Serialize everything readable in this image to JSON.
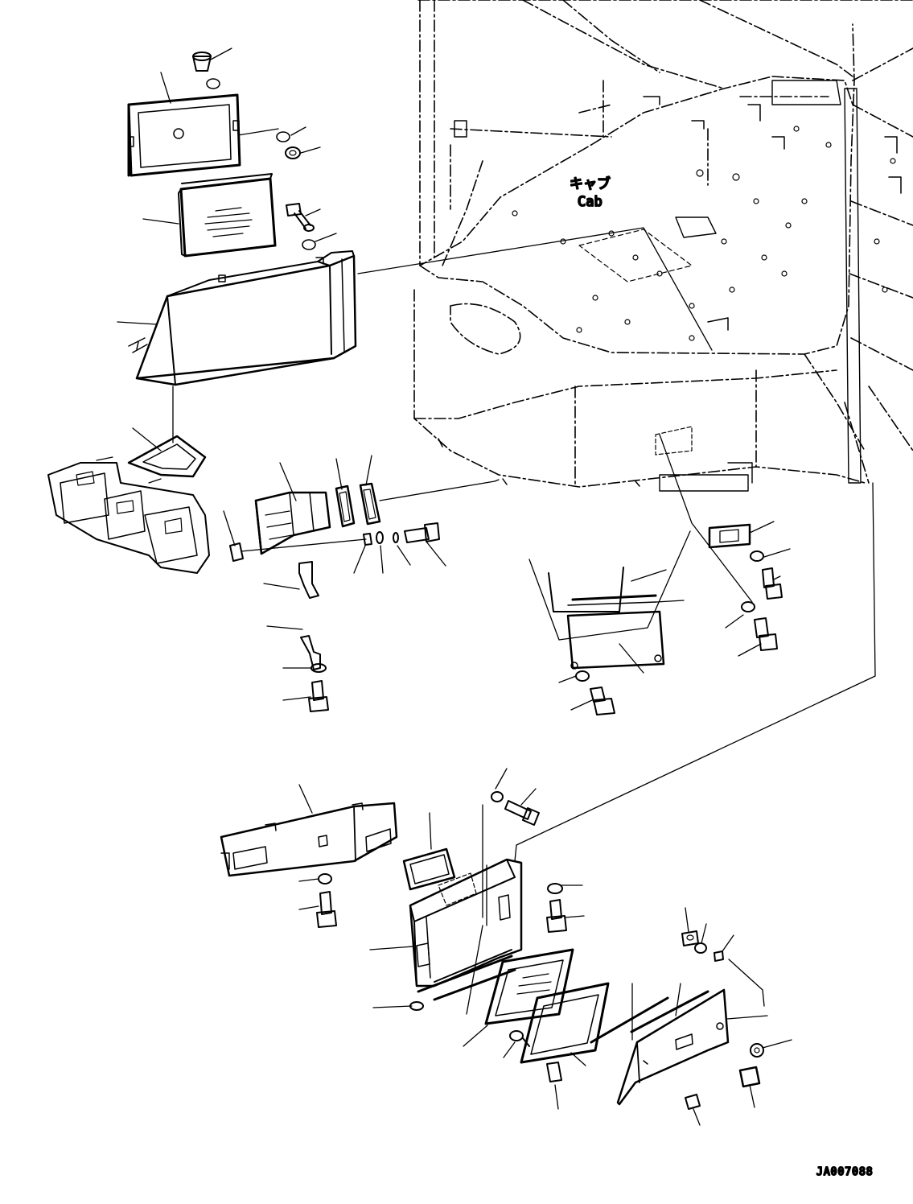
{
  "diagram": {
    "cab_label_jp": "キャブ",
    "cab_label_en": "Cab",
    "drawing_code": "JA007088"
  }
}
